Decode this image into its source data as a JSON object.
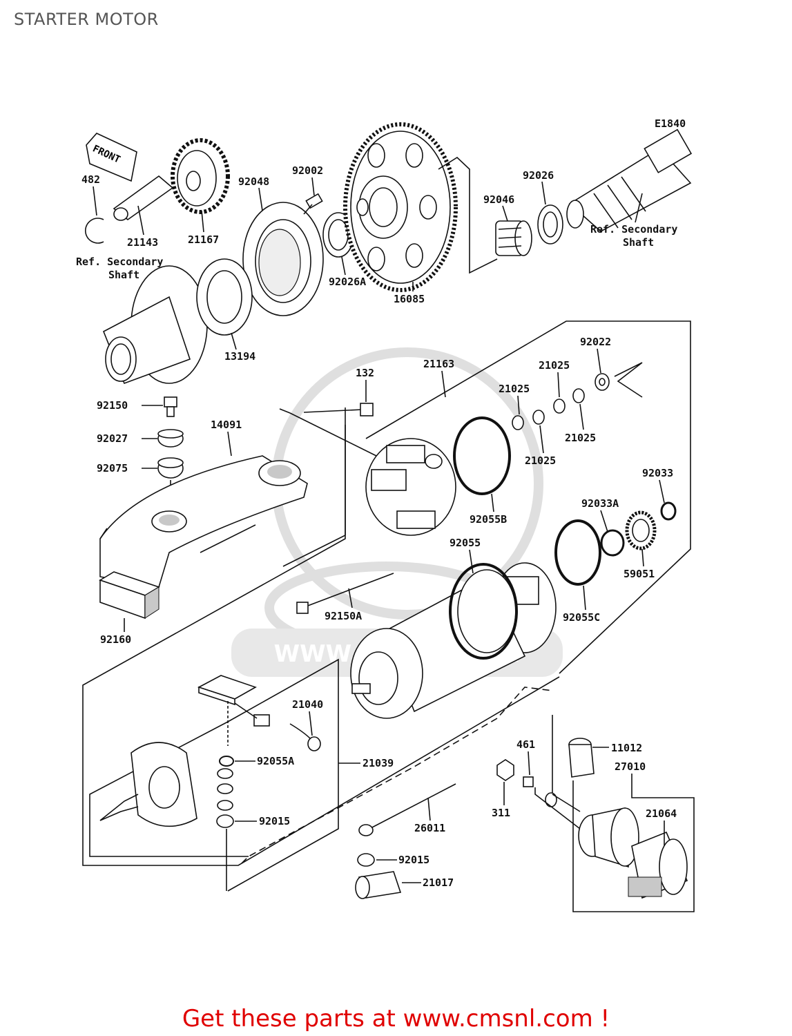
{
  "page_title": "STARTER MOTOR",
  "diagram_code": "E1840",
  "front_label": "FRONT",
  "ref_shaft_left": [
    "Ref. Secondary",
    "Shaft"
  ],
  "ref_shaft_right": [
    "Ref. Secondary",
    "Shaft"
  ],
  "watermark_url": "WWW.CMSNL.COM",
  "parts": {
    "p482": "482",
    "p21143": "21143",
    "p21167": "21167",
    "p92048": "92048",
    "p92002": "92002",
    "p92026A": "92026A",
    "p16085": "16085",
    "p92046": "92046",
    "p92026": "92026",
    "p13194": "13194",
    "p92022": "92022",
    "p21163": "21163",
    "p21025a": "21025",
    "p21025b": "21025",
    "p21025c": "21025",
    "p21025d": "21025",
    "p132": "132",
    "p92150": "92150",
    "p92027": "92027",
    "p92075": "92075",
    "p14091": "14091",
    "p92055B": "92055B",
    "p92033": "92033",
    "p92033A": "92033A",
    "p92055": "92055",
    "p59051": "59051",
    "p92150A": "92150A",
    "p92055C": "92055C",
    "p92160": "92160",
    "p21040": "21040",
    "p92055A": "92055A",
    "p21039": "21039",
    "p461": "461",
    "p11012": "11012",
    "p27010": "27010",
    "p311": "311",
    "p21064": "21064",
    "p92015a": "92015",
    "p26011": "26011",
    "p92015b": "92015",
    "p21017": "21017"
  },
  "footer_text": "Get these parts at www.cmsnl.com !"
}
